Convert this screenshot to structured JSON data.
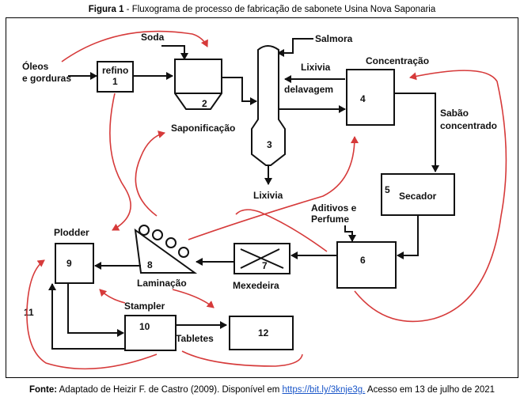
{
  "caption": {
    "figure_label": "Figura 1",
    "figure_title": " - Fluxograma de processo de fabricação de sabonete Usina Nova Saponaria"
  },
  "source": {
    "label": "Fonte:",
    "text_before": " Adaptado de Heizir F. de Castro (2009). Disponível em ",
    "link": "https://bit.ly/3knje3g.",
    "text_after": " Acesso em 13 de julho de 2021"
  },
  "labels": {
    "oleos_1": "Óleos",
    "oleos_2": "e gorduras",
    "refino_name": "refino",
    "refino_num": "1",
    "soda": "Soda",
    "saponificacao_num": "2",
    "saponificacao": "Saponificação",
    "salmora": "Salmora",
    "lixivia_lavagem_1": "Lixivia",
    "lixivia_lavagem_2": "delavagem",
    "coluna_num": "3",
    "lixivia": "Lixivia",
    "concentracao": "Concentração",
    "concentracao_num": "4",
    "sabao_1": "Sabão",
    "sabao_2": "concentrado",
    "secador_num": "5",
    "secador": "Secador",
    "aditivos_1": "Aditivos e",
    "aditivos_2": "Perfume",
    "tanque_num": "6",
    "mexedeira_num": "7",
    "mexedeira": "Mexedeira",
    "laminacao_num": "8",
    "laminacao": "Laminação",
    "plodder": "Plodder",
    "plodder_num": "9",
    "stampler": "Stampler",
    "stampler_num": "10",
    "loop_num": "11",
    "tabletes": "Tabletes",
    "final_num": "12"
  },
  "colors": {
    "annotation": "#d63a3a",
    "line": "#111111",
    "link": "#1a56c9"
  }
}
